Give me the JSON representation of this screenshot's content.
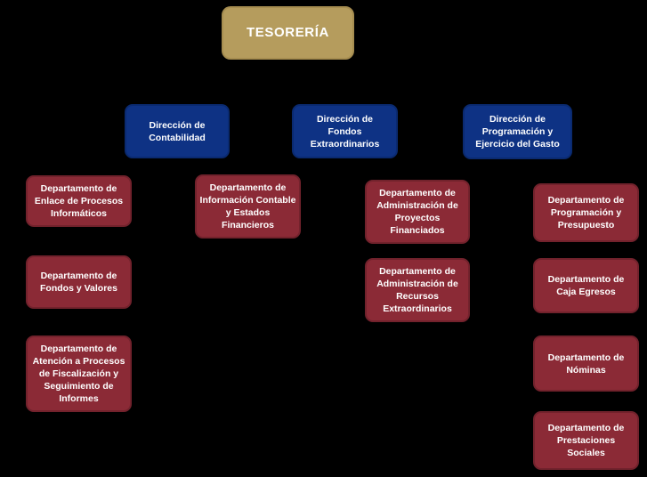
{
  "org_chart": {
    "root": {
      "label": "TESORERÍA"
    },
    "directions": [
      {
        "label": "Dirección de\nContabilidad"
      },
      {
        "label": "Dirección de\nFondos\nExtraordinarios"
      },
      {
        "label": "Dirección de\nProgramación y\nEjercicio del Gasto"
      }
    ],
    "columns": [
      {
        "departments": [
          {
            "label": "Departamento de\nEnlace de Procesos\nInformáticos"
          },
          {
            "label": "Departamento de\nFondos y Valores"
          },
          {
            "label": "Departamento de\nAtención a Procesos\nde Fiscalización y\nSeguimiento de\nInformes"
          }
        ]
      },
      {
        "departments": [
          {
            "label": "Departamento de\nInformación Contable\ny Estados\nFinancieros"
          }
        ]
      },
      {
        "departments": [
          {
            "label": "Departamento de\nAdministración de\nProyectos\nFinanciados"
          },
          {
            "label": "Departamento de\nAdministración de\nRecursos\nExtraordinarios"
          }
        ]
      },
      {
        "departments": [
          {
            "label": "Departamento de\nProgramación y\nPresupuesto"
          },
          {
            "label": "Departamento de\nCaja Egresos"
          },
          {
            "label": "Departamento de\nNóminas"
          },
          {
            "label": "Departamento de\nPrestaciones\nSociales"
          }
        ]
      }
    ],
    "colors": {
      "background": "#000000",
      "root_fill": "#B59C5D",
      "root_border": "#A68D50",
      "direction_fill": "#0E3284",
      "direction_border": "#0A2A70",
      "department_fill": "#8B2A36",
      "department_border": "#72222C",
      "text": "#FFFFFF"
    }
  }
}
